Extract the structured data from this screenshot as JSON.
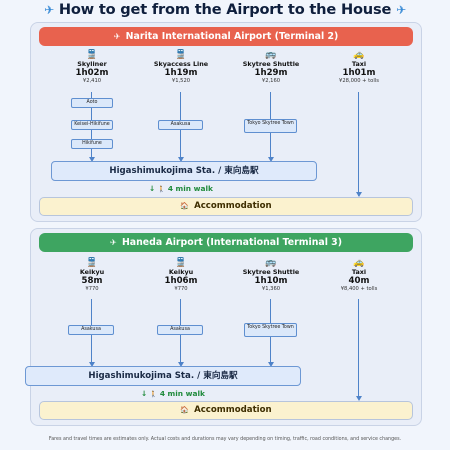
{
  "title": "How to get from the Airport to the House",
  "title_icon": "plane-icon",
  "sections": [
    {
      "banner": "Narita International Airport (Terminal 2)",
      "banner_color": "#e8624e",
      "routes": [
        {
          "icon": "train-icon",
          "mode": "Skyliner",
          "time": "1h02m",
          "fare": "¥2,410"
        },
        {
          "icon": "train-icon",
          "mode": "Skyaccess Line",
          "time": "1h19m",
          "fare": "¥1,520"
        },
        {
          "icon": "bus-icon",
          "mode": "Skytree Shuttle",
          "time": "1h29m",
          "fare": "¥2,160"
        },
        {
          "icon": "taxi-icon",
          "mode": "Taxi",
          "time": "1h01m",
          "fare": "¥28,000 + tolls"
        }
      ],
      "stops": {
        "skyliner": [
          "Aoto",
          "Keisei-Hikifune",
          "Hikifune"
        ],
        "skyaccess": [
          "Asakusa"
        ],
        "shuttle": [
          "Tokyo Skytree Town"
        ]
      },
      "station": "Higashimukojima Sta. / 東向島駅",
      "walk": "4 min walk",
      "accommodation": "Accommodation"
    },
    {
      "banner": "Haneda Airport (International Terminal 3)",
      "banner_color": "#3ea561",
      "routes": [
        {
          "icon": "train-icon",
          "mode": "Keikyu",
          "time": "58m",
          "fare": "¥770"
        },
        {
          "icon": "train-icon",
          "mode": "Keikyu",
          "time": "1h06m",
          "fare": "¥770"
        },
        {
          "icon": "bus-icon",
          "mode": "Skytree Shuttle",
          "time": "1h10m",
          "fare": "¥1,360"
        },
        {
          "icon": "taxi-icon",
          "mode": "Taxi",
          "time": "40m",
          "fare": "¥8,400 + tolls"
        }
      ],
      "stops": {
        "col1": [
          "Asakusa"
        ],
        "col2": [
          "Asakusa"
        ],
        "shuttle": [
          "Tokyo Skytree Town"
        ]
      },
      "station": "Higashimukojima Sta. / 東向島駅",
      "walk": "4 min walk",
      "accommodation": "Accommodation"
    }
  ],
  "footer": "Fares and travel times are estimates only. Actual costs and durations may vary depending on timing, traffic, road conditions, and service changes."
}
